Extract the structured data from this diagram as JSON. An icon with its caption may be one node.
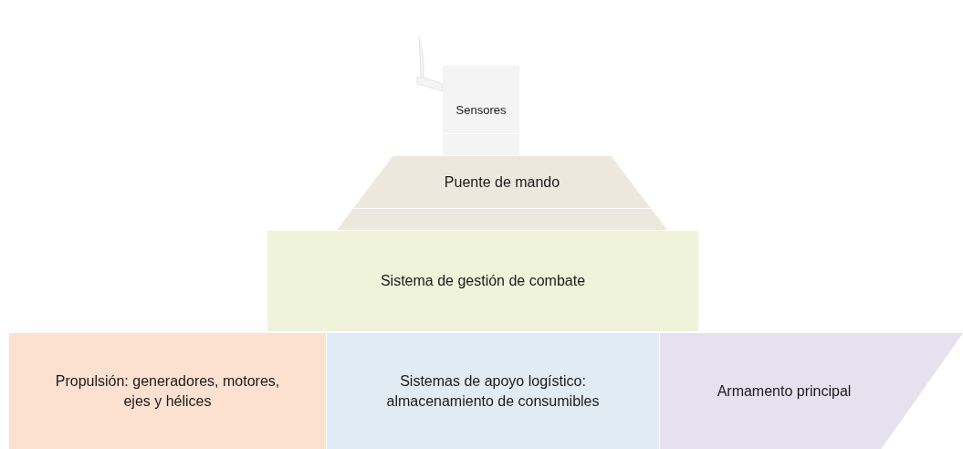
{
  "diagram": {
    "nodes": [
      {
        "text": [
          "Sensores"
        ]
      },
      {
        "text": [
          "Puente de mando"
        ]
      },
      {
        "text": [
          "Sistema de gestión de combate"
        ]
      },
      {
        "text": [
          "Propulsión: generadores, motores, ejes y hélices"
        ]
      },
      {
        "text": [
          "Sistemas de apoyo logístico: almacenamiento de consumibles"
        ]
      },
      {
        "text": [
          "Armamento principal"
        ]
      }
    ]
  }
}
